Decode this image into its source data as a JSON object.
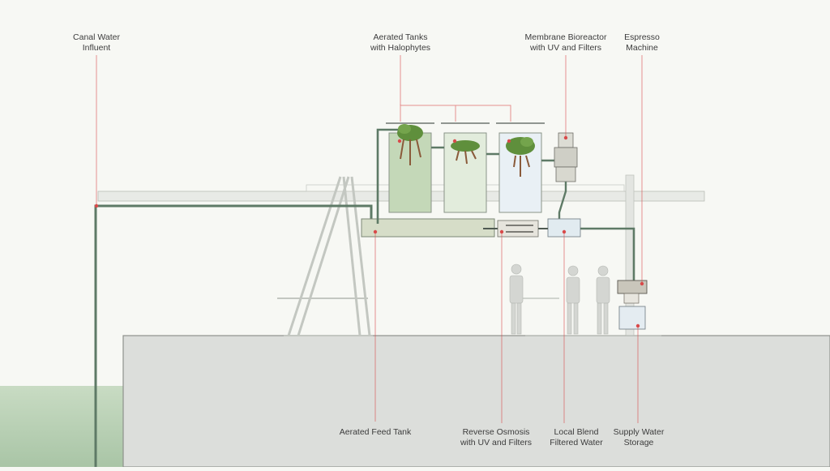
{
  "labels_top": [
    {
      "id": "canal",
      "lines": [
        "Canal Water",
        "Influent"
      ]
    },
    {
      "id": "aerated-tanks",
      "lines": [
        "Aerated Tanks",
        "with Halophytes"
      ]
    },
    {
      "id": "mbr",
      "lines": [
        "Membrane Bioreactor",
        "with UV and Filters"
      ]
    },
    {
      "id": "espresso",
      "lines": [
        "Espresso",
        "Machine"
      ]
    }
  ],
  "labels_bottom": [
    {
      "id": "feed-tank",
      "lines": [
        "Aerated Feed Tank"
      ]
    },
    {
      "id": "ro",
      "lines": [
        "Reverse Osmosis",
        "with UV and Filters"
      ]
    },
    {
      "id": "blend",
      "lines": [
        "Local Blend",
        "Filtered Water"
      ]
    },
    {
      "id": "storage",
      "lines": [
        "Supply Water",
        "Storage"
      ]
    }
  ],
  "colors": {
    "leader": "#d84a4a",
    "pipe": "#5e7a66",
    "ground": "#dcdedb",
    "grass": "#9dbf9a",
    "platform": "#e6e8e4",
    "tank_green": "#c4d8b8",
    "tank_light": "#e2ecdc",
    "tank_blue": "#e9f0f5",
    "feed_tank": "#d6ddc8",
    "plant": "#5f8f3c",
    "root": "#8a5a3a"
  }
}
